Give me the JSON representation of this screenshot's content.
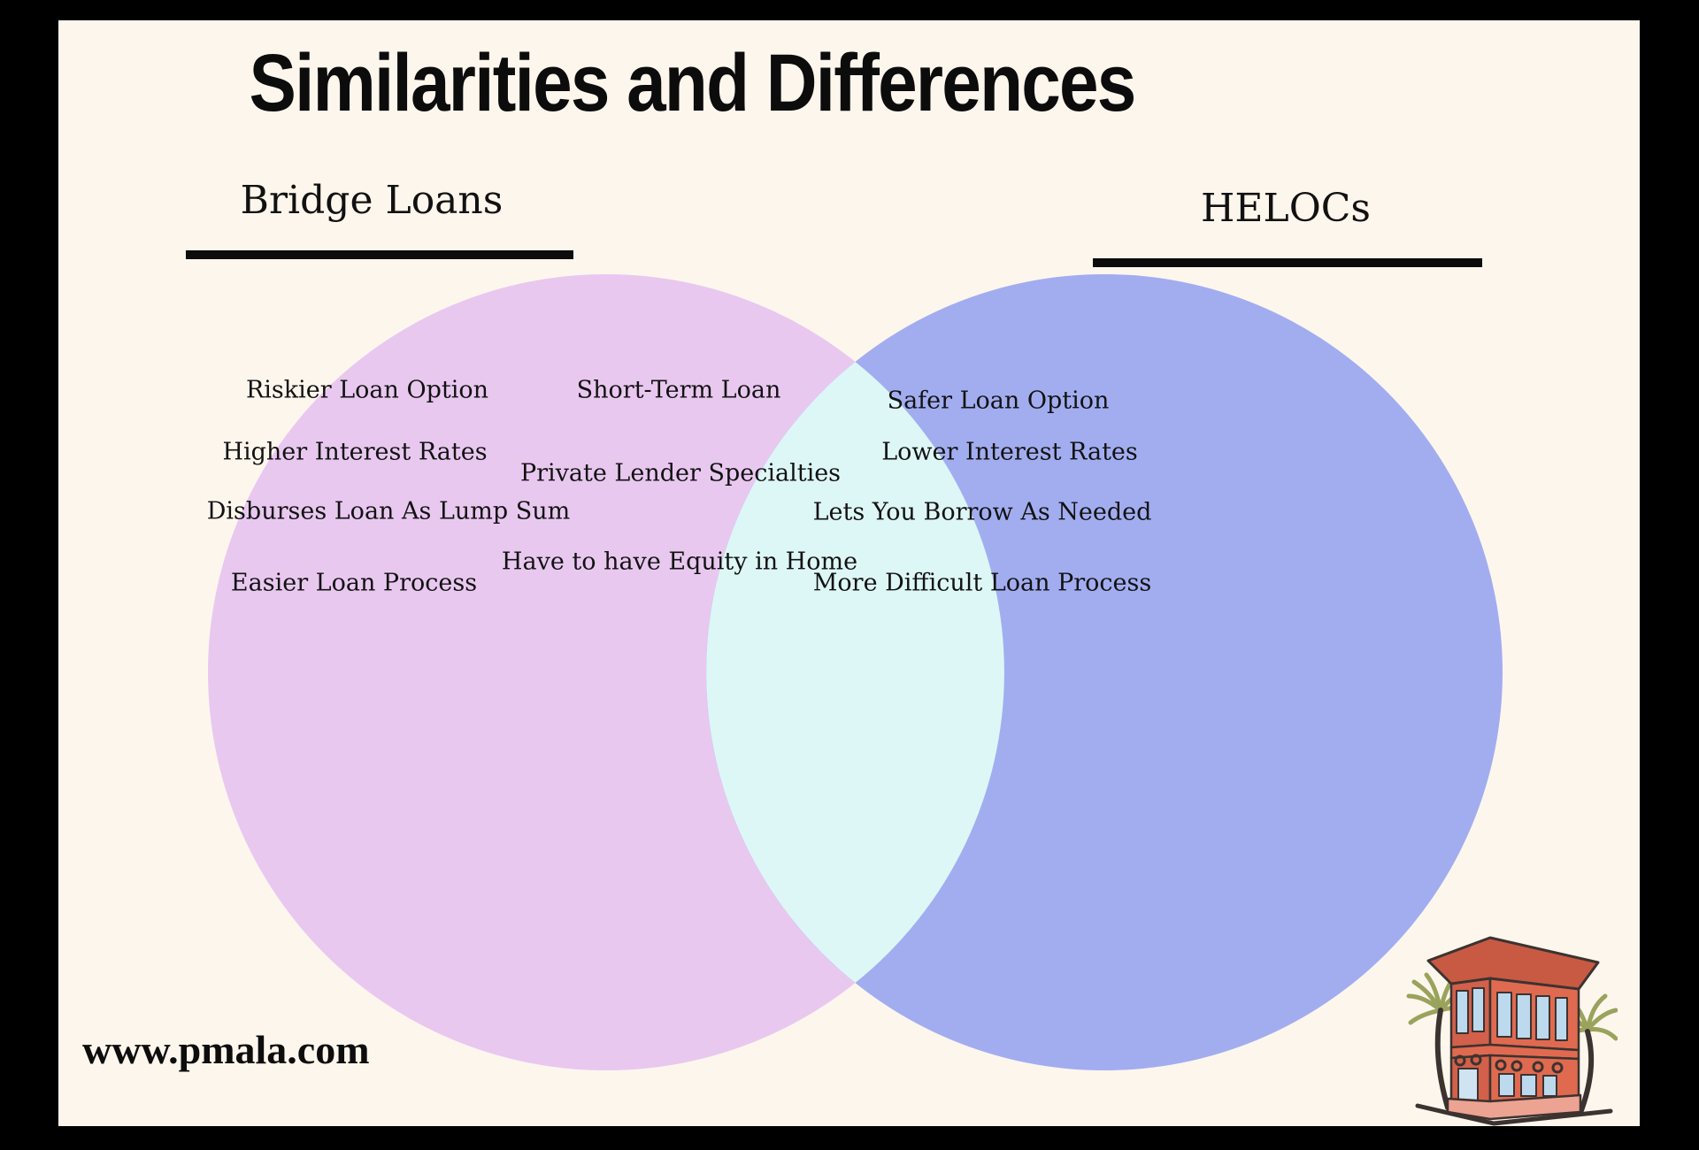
{
  "title": "Similarities and Differences",
  "venn": {
    "left": {
      "heading": "Bridge Loans",
      "circle_color": "#e9c8f0",
      "items": [
        "Riskier Loan Option",
        "Higher Interest Rates",
        "Disburses Loan As Lump Sum",
        "Easier Loan Process"
      ]
    },
    "right": {
      "heading": "HELOCs",
      "circle_color": "#a2adf0",
      "items": [
        "Safer Loan Option",
        "Lower Interest Rates",
        "Lets You Borrow As Needed",
        "More Difficult Loan Process"
      ]
    },
    "shared": {
      "overlap_color": "#ddf7f6",
      "items": [
        "Short-Term Loan",
        "Private Lender Specialties",
        "Have to have Equity in Home"
      ]
    }
  },
  "footer": {
    "website": "www.pmala.com"
  },
  "colors": {
    "background": "#fdf6ed",
    "frame": "#000000",
    "text": "#141414",
    "underline": "#0c0c0c"
  }
}
